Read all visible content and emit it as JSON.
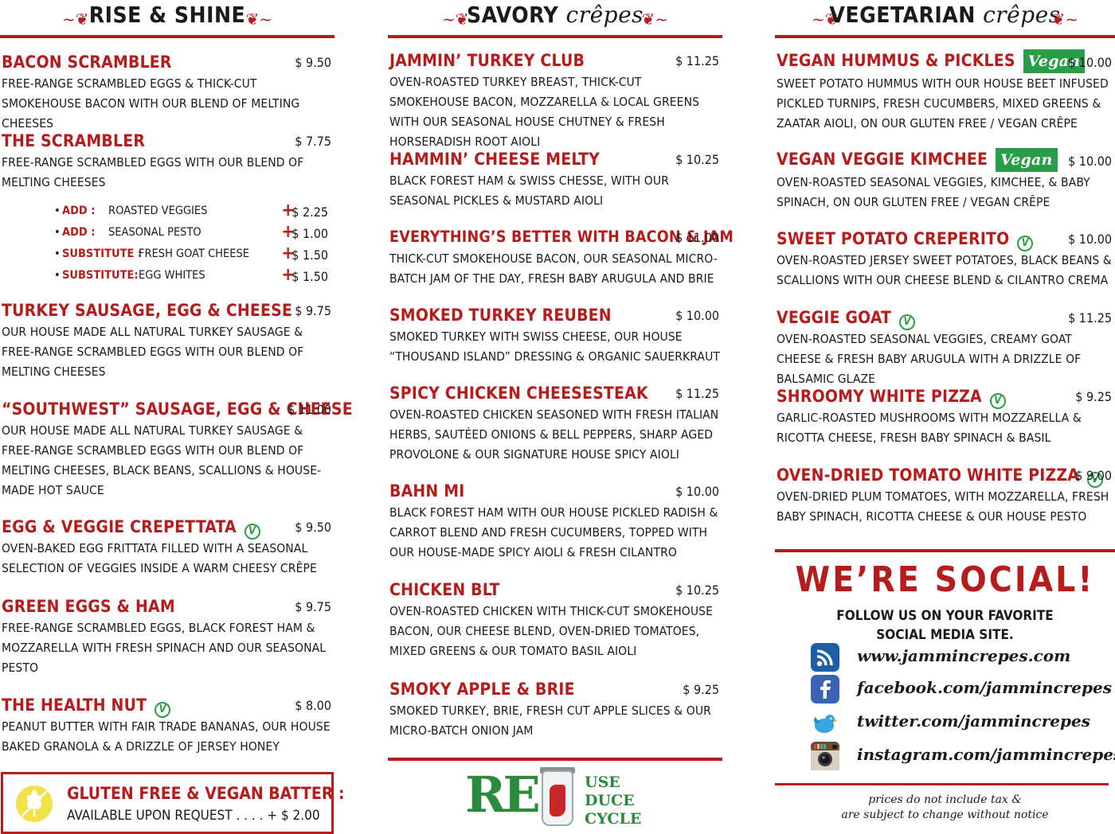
{
  "sections": {
    "rise": {
      "title": "RISE & SHINE",
      "script": ""
    },
    "savory": {
      "title": "SAVORY",
      "script": "crêpes"
    },
    "veg": {
      "title": "VEGETARIAN",
      "script": "crêpes"
    }
  },
  "rise_items": [
    {
      "name": "BACON SCRAMBLER",
      "price": "$ 9.50",
      "desc": "FREE-RANGE SCRAMBLED EGGS & THICK-CUT SMOKEHOUSE BACON WITH OUR BLEND OF MELTING CHEESES"
    },
    {
      "name": "THE SCRAMBLER",
      "price": "$ 7.75",
      "desc": "FREE-RANGE SCRAMBLED EGGS WITH OUR BLEND OF MELTING CHEESES"
    },
    {
      "name": "TURKEY SAUSAGE, EGG & CHEESE",
      "price": "$ 9.75",
      "desc": "OUR HOUSE MADE ALL NATURAL TURKEY SAUSAGE & FREE-RANGE SCRAMBLED EGGS WITH OUR BLEND OF MELTING CHEESES"
    },
    {
      "name": "“SOUTHWEST” SAUSAGE, EGG & CHEESE",
      "price": "$ 11.00",
      "desc": "OUR HOUSE MADE ALL NATURAL TURKEY SAUSAGE & FREE-RANGE SCRAMBLED EGGS WITH OUR BLEND OF MELTING CHEESES, BLACK BEANS, SCALLIONS & HOUSE-MADE HOT SAUCE"
    },
    {
      "name": "EGG & VEGGIE CREPETTATA",
      "price": "$ 9.50",
      "desc": "OVEN-BAKED EGG FRITTATA FILLED WITH A SEASONAL SELECTION OF VEGGIES INSIDE A WARM CHEESY CRÊPE"
    },
    {
      "name": "GREEN EGGS & HAM",
      "price": "$ 9.75",
      "desc": "FREE-RANGE SCRAMBLED EGGS, BLACK FOREST HAM & MOZZARELLA WITH FRESH SPINACH AND OUR SEASONAL PESTO"
    },
    {
      "name": "THE HEALTH NUT",
      "price": "$ 8.00",
      "desc": "PEANUT BUTTER WITH FAIR TRADE BANANAS, OUR HOUSE BAKED GRANOLA & A DRIZZLE OF JERSEY HONEY"
    }
  ],
  "addons": [
    {
      "label": "ADD :",
      "option": "ROASTED VEGGIES",
      "plus": "+",
      "price": "$ 2.25"
    },
    {
      "label": "ADD :",
      "option": "SEASONAL PESTO",
      "plus": "+",
      "price": "$ 1.00"
    },
    {
      "label": "SUBSTITUTE :",
      "option": "FRESH GOAT CHEESE",
      "plus": "+",
      "price": "$ 1.50"
    },
    {
      "label": "SUBSTITUTE:",
      "option": "EGG WHITES",
      "plus": "+",
      "price": "$ 1.50"
    }
  ],
  "gluten_box": {
    "title": "GLUTEN FREE & VEGAN BATTER :",
    "sub": "AVAILABLE UPON REQUEST  . . . . + $ 2.00"
  },
  "savory_items": [
    {
      "name": "JAMMIN’ TURKEY CLUB",
      "price": "$ 11.25",
      "desc": "OVEN-ROASTED TURKEY BREAST, THICK-CUT SMOKEHOUSE BACON, MOZZARELLA & LOCAL GREENS WITH OUR SEASONAL HOUSE CHUTNEY & FRESH HORSERADISH ROOT AIOLI"
    },
    {
      "name": "HAMMIN’ CHEESE MELTY",
      "price": "$ 10.25",
      "desc": "BLACK FOREST HAM & SWISS CHESSE, WITH OUR SEASONAL PICKLES & MUSTARD AIOLI"
    },
    {
      "name": "EVERYTHING’S BETTER WITH BACON & JAM",
      "price": "$ 11.00",
      "desc": "THICK-CUT SMOKEHOUSE BACON, OUR SEASONAL MICRO-BATCH JAM OF THE DAY, FRESH BABY ARUGULA AND BRIE"
    },
    {
      "name": "SMOKED TURKEY REUBEN",
      "price": "$ 10.00",
      "desc": "SMOKED TURKEY WITH SWISS CHEESE, OUR HOUSE “THOUSAND ISLAND” DRESSING & ORGANIC SAUERKRAUT"
    },
    {
      "name": "SPICY CHICKEN CHEESESTEAK",
      "price": "$ 11.25",
      "desc": "OVEN-ROASTED CHICKEN SEASONED WITH FRESH ITALIAN HERBS, SAUTÉED ONIONS & BELL PEPPERS, SHARP AGED PROVOLONE &  OUR SIGNATURE HOUSE SPICY AIOLI"
    },
    {
      "name": "BAHN MI",
      "price": "$ 10.00",
      "desc": "BLACK FOREST HAM WITH OUR HOUSE PICKLED RADISH & CARROT BLEND AND FRESH CUCUMBERS, TOPPED WITH OUR HOUSE-MADE SPICY AIOLI & FRESH CILANTRO"
    },
    {
      "name": "CHICKEN BLT",
      "price": "$ 10.25",
      "desc": "OVEN-ROASTED CHICKEN WITH THICK-CUT SMOKEHOUSE BACON, OUR CHEESE BLEND, OVEN-DRIED TOMATOES, MIXED GREENS & OUR TOMATO BASIL AIOLI"
    },
    {
      "name": "SMOKY APPLE & BRIE",
      "price": "$ 9.25",
      "desc": "SMOKED TURKEY, BRIE, FRESH CUT APPLE SLICES & OUR MICRO-BATCH ONION JAM"
    }
  ],
  "reuse_logo": {
    "re": "RE",
    "line1": "USE",
    "line2": "DUCE",
    "line3": "CYCLE"
  },
  "veg_items": [
    {
      "name": "VEGAN HUMMUS & PICKLES",
      "price": "$ 10.00",
      "badge": "Vegan",
      "desc": "SWEET POTATO HUMMUS WITH OUR HOUSE BEET INFUSED PICKLED TURNIPS, FRESH CUCUMBERS, MIXED GREENS & ZAATAR AIOLI, ON OUR GLUTEN FREE / VEGAN CRÊPE"
    },
    {
      "name": "VEGAN VEGGIE KIMCHEE",
      "price": "$ 10.00",
      "badge": "Vegan",
      "desc": "OVEN-ROASTED SEASONAL VEGGIES, KIMCHEE, & BABY SPINACH, ON OUR GLUTEN FREE / VEGAN CRÊPE"
    },
    {
      "name": "SWEET POTATO CREPERITO",
      "price": "$ 10.00",
      "badge": "",
      "desc": "OVEN-ROASTED JERSEY SWEET POTATOES, BLACK BEANS & SCALLIONS WITH OUR CHEESE BLEND & CILANTRO CREMA"
    },
    {
      "name": "VEGGIE GOAT",
      "price": "$ 11.25",
      "badge": "",
      "desc": "OVEN-ROASTED SEASONAL VEGGIES, CREAMY GOAT CHEESE & FRESH BABY ARUGULA WITH A DRIZZLE OF BALSAMIC GLAZE"
    },
    {
      "name": "SHROOMY WHITE PIZZA",
      "price": "$ 9.25",
      "badge": "",
      "desc": "GARLIC-ROASTED MUSHROOMS WITH MOZZARELLA & RICOTTA CHEESE, FRESH BABY SPINACH & BASIL"
    },
    {
      "name": "OVEN-DRIED TOMATO WHITE PIZZA",
      "price": "$ 9.00",
      "badge": "",
      "desc": "OVEN-DRIED PLUM TOMATOES, WITH MOZZARELLA, FRESH BABY SPINACH, RICOTTA CHEESE & OUR HOUSE PESTO"
    }
  ],
  "vegetarian_mark": "V",
  "social": {
    "title": "WE’RE SOCIAL!",
    "sub1": "FOLLOW US ON YOUR FAVORITE",
    "sub2": "SOCIAL MEDIA SITE.",
    "links": [
      {
        "icon": "rss-icon",
        "text": "www.jammincrepes.com"
      },
      {
        "icon": "facebook-icon",
        "text": "facebook.com/jammincrepes"
      },
      {
        "icon": "twitter-icon",
        "text": "twitter.com/jammincrepes"
      },
      {
        "icon": "instagram-icon",
        "text": "instagram.com/jammincrepes"
      }
    ]
  },
  "footnote": {
    "line1": "prices do not include tax &",
    "line2": "are subject to change without notice"
  },
  "colors": {
    "accent_red": "#b71c1c",
    "vegan_green": "#2a9d48",
    "gf_yellow": "#f2e14a"
  }
}
